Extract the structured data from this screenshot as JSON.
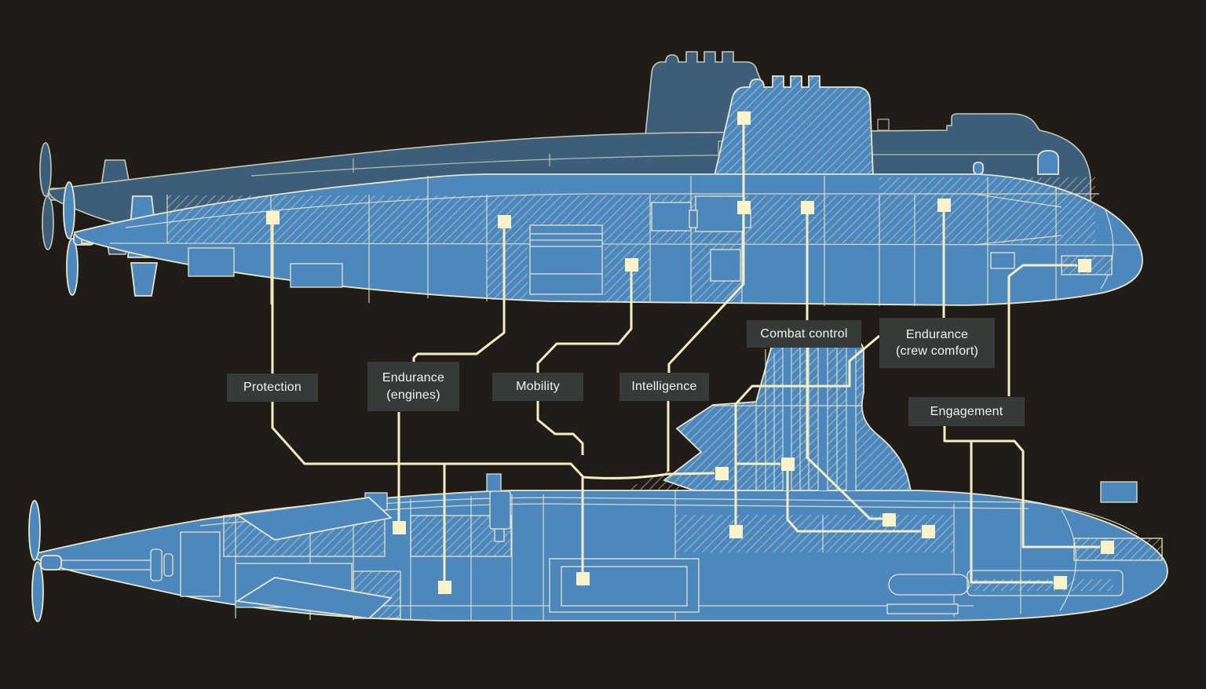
{
  "colors": {
    "background": "#211c18",
    "submarine_bright": "#4c88be",
    "submarine_dark": "#3c5e7b",
    "outline_cream": "#e8e5c6",
    "hatch_line": "#d9e0ca",
    "connector_line": "#f3efc2",
    "marker_fill": "#f8f3c9",
    "label_background": "#363b3a",
    "label_text": "#f2f2ef"
  },
  "labels": {
    "protection": "Protection",
    "endurance_engines": "Endurance\n(engines)",
    "mobility": "Mobility",
    "intelligence": "Intelligence",
    "combat_control": "Combat control",
    "endurance_crew_comfort": "Endurance\n(crew comfort)",
    "engagement": "Engagement"
  }
}
